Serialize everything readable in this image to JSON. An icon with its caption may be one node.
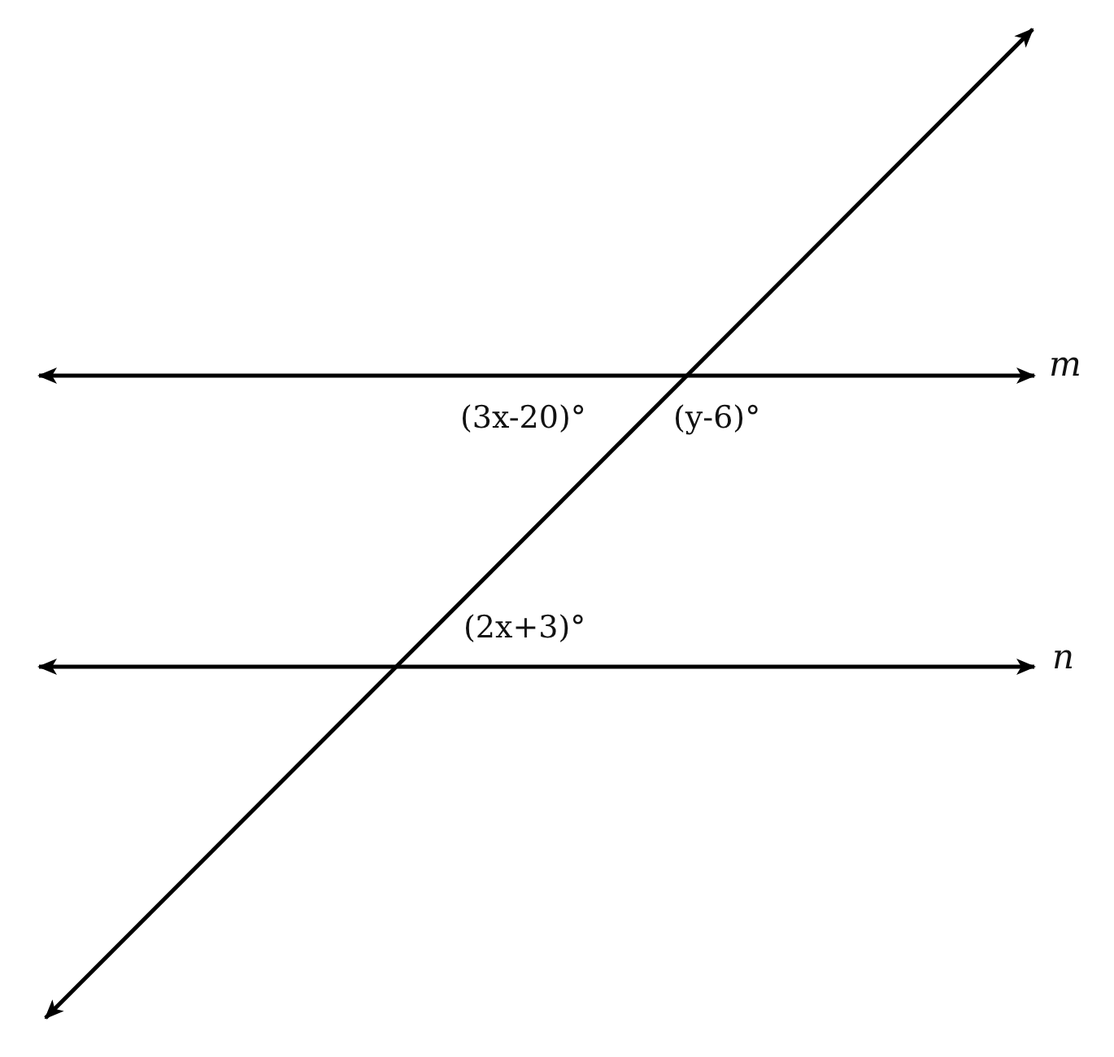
{
  "diagram": {
    "labels": [
      "m",
      "(3x-20)°",
      "(y-6)°",
      "(2x+3)°",
      "n"
    ]
  }
}
